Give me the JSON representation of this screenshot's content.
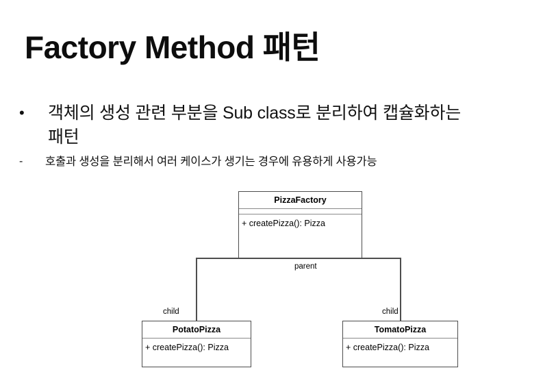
{
  "slide": {
    "title": "Factory Method 패턴",
    "bullets": [
      {
        "level": 1,
        "marker": "•",
        "text": "객체의 생성 관련 부분을 Sub class로 분리하여 캡슐화하는 패턴"
      },
      {
        "level": 2,
        "marker": "-",
        "text": "호출과 생성을 분리해서 여러 케이스가 생기는 경우에 유용하게 사용가능"
      }
    ]
  },
  "diagram": {
    "type": "uml-class-diagram",
    "classes": [
      {
        "id": "pizzafactory",
        "name": "PizzaFactory",
        "attributes": "",
        "operations": "+ createPizza(): Pizza"
      },
      {
        "id": "potatopizza",
        "name": "PotatoPizza",
        "attributes": "",
        "operations": "+ createPizza(): Pizza"
      },
      {
        "id": "tomatopizza",
        "name": "TomatoPizza",
        "attributes": "",
        "operations": "+ createPizza(): Pizza"
      }
    ],
    "edges": [
      {
        "id": "parent",
        "label": "parent",
        "from": "pizzafactory",
        "to": "bus"
      },
      {
        "id": "child-left",
        "label": "child",
        "from": "bus",
        "to": "potatopizza"
      },
      {
        "id": "child-right",
        "label": "child",
        "from": "bus",
        "to": "tomatopizza"
      }
    ]
  },
  "colors": {
    "background": "#ffffff",
    "text": "#111111",
    "box_border": "#4d4d4d",
    "compartment_separator": "#8a8a8a"
  }
}
